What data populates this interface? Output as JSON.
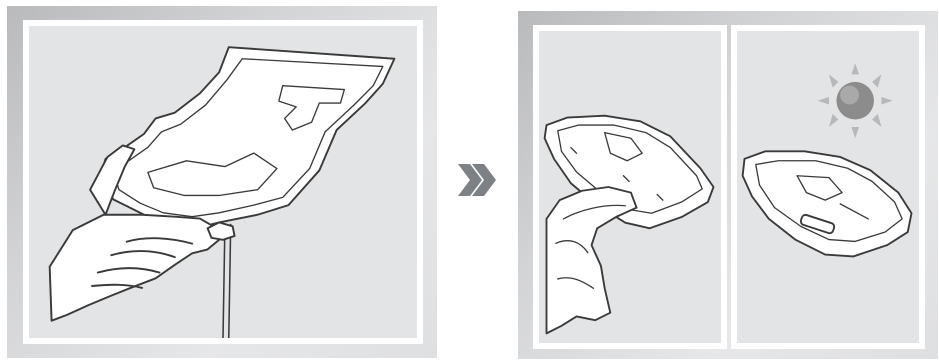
{
  "colors": {
    "panel_gray": "#d3d4d6",
    "frame_fill": "#e3e4e5",
    "line": "#3a3a3a",
    "arrow": "#7d8084",
    "sun_core": "#8c8c8c",
    "sun_rays": "#b8b8b8"
  },
  "steps": [
    {
      "icon": "remove-mop-cloth-illustration"
    },
    {
      "icon": "next-step-double-chevron-icon"
    },
    {
      "icon": "wipe-mop-bracket-illustration"
    },
    {
      "icon": "dry-in-sun-illustration"
    }
  ]
}
